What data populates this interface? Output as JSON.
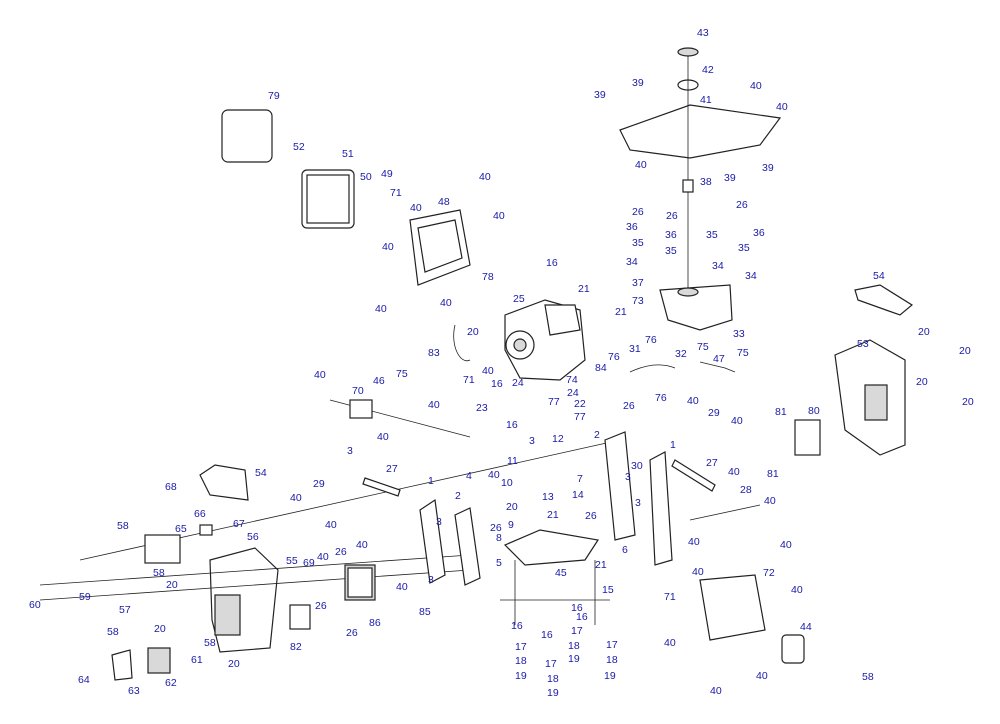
{
  "callouts": [
    "43",
    "42",
    "39",
    "41",
    "40",
    "39",
    "40",
    "40",
    "39",
    "39",
    "79",
    "52",
    "51",
    "50",
    "49",
    "71",
    "40",
    "48",
    "40",
    "40",
    "40",
    "38",
    "26",
    "36",
    "35",
    "34",
    "26",
    "36",
    "35",
    "35",
    "34",
    "26",
    "36",
    "35",
    "34",
    "37",
    "73",
    "33",
    "16",
    "21",
    "21",
    "25",
    "78",
    "40",
    "40",
    "20",
    "83",
    "40",
    "71",
    "76",
    "32",
    "31",
    "76",
    "75",
    "47",
    "75",
    "54",
    "20",
    "20",
    "20",
    "53",
    "20",
    "84",
    "76",
    "24",
    "74",
    "24",
    "22",
    "77",
    "77",
    "16",
    "23",
    "16",
    "40",
    "40",
    "75",
    "70",
    "46",
    "40",
    "3",
    "27",
    "12",
    "11",
    "10",
    "20",
    "40",
    "3",
    "9",
    "13",
    "21",
    "14",
    "7",
    "4",
    "1",
    "2",
    "26",
    "3",
    "30",
    "3",
    "26",
    "29",
    "40",
    "1",
    "27",
    "40",
    "28",
    "40",
    "81",
    "80",
    "81",
    "40",
    "40",
    "68",
    "66",
    "67",
    "65",
    "58",
    "54",
    "29",
    "40",
    "40",
    "2",
    "3",
    "26",
    "8",
    "5",
    "21",
    "45",
    "6",
    "15",
    "58",
    "60",
    "59",
    "20",
    "57",
    "58",
    "58",
    "20",
    "40",
    "26",
    "26",
    "26",
    "56",
    "55",
    "69",
    "40",
    "86",
    "85",
    "82",
    "40",
    "3",
    "16",
    "16",
    "16",
    "16",
    "17",
    "17",
    "17",
    "18",
    "18",
    "18",
    "19",
    "19",
    "19",
    "19",
    "17",
    "18",
    "40",
    "71",
    "72",
    "40",
    "40",
    "40",
    "44",
    "40",
    "40",
    "58",
    "20",
    "63",
    "64",
    "62",
    "61"
  ],
  "colors": {
    "label": "#1a1aa8",
    "line": "#222222",
    "part_fill": "#ffffff",
    "shade": "#d9d9d9"
  }
}
